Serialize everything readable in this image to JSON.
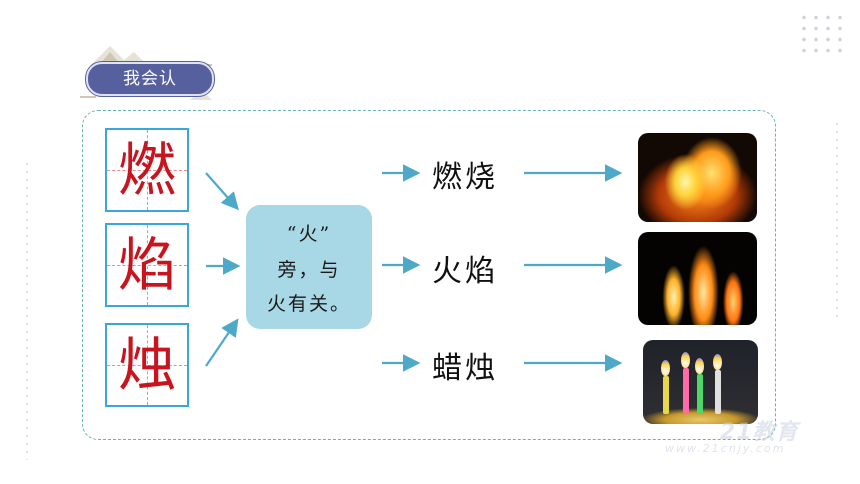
{
  "title_badge": {
    "label": "我会认"
  },
  "characters": [
    {
      "char": "燃"
    },
    {
      "char": "焰"
    },
    {
      "char": "烛"
    }
  ],
  "explanation": {
    "line1": "“火”",
    "line2": "旁，与",
    "line3": "火有关。"
  },
  "words": [
    {
      "text": "燃烧",
      "image_icon": "bonfire-photo"
    },
    {
      "text": "火焰",
      "image_icon": "flame-photo"
    },
    {
      "text": "蜡烛",
      "image_icon": "candles-photo"
    }
  ],
  "watermark": {
    "brand": "21教育",
    "url": "www.21cnjy.com"
  },
  "colors": {
    "badge": "#56609e",
    "frame": "#68b5ae",
    "grid_border": "#3aa6de",
    "grid_guides": "#f08a8a",
    "character": "#c8141e",
    "explain_box": "#a8d8e6",
    "arrow": "#4ea9c8"
  }
}
